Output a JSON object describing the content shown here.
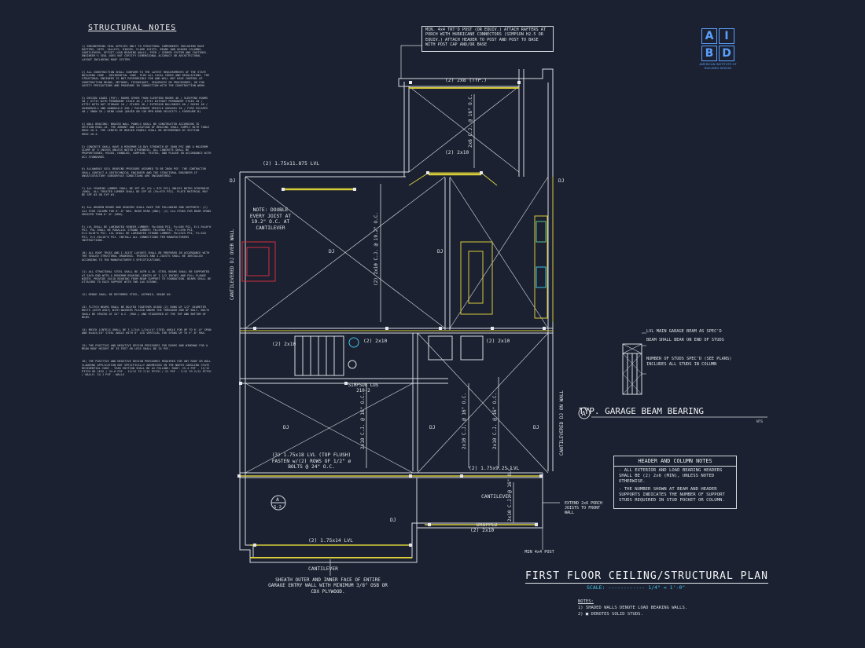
{
  "notes": {
    "title": "STRUCTURAL NOTES",
    "paragraphs": [
      "1) ENGINEERING SEAL APPLIES ONLY TO STRUCTURAL COMPONENTS INCLUDING ROOF RAFTERS, HIPS, VALLEYS, RIDGES, FLOOR JOISTS, BEAMS AND HEADER COLUMNS, CANTILEVERS, OFFSET LOAD BEARING WALLS, PIER / GIRDER SYSTEM AND FOOTINGS. ENGINEER'S SEAL DOES NOT CERTIFY DIMENSIONAL ACCURACY OR ARCHITECTURAL LAYOUT INCLUDING ROOF SYSTEM.",
      "2) ALL CONSTRUCTION SHALL CONFORM TO THE LATEST REQUIREMENTS OF THE STATE BUILDING CODE - RESIDENTIAL CODE, PLUS ALL LOCAL CODES AND REGULATIONS. THE STRUCTURAL ENGINEER IS NOT RESPONSIBLE FOR AND WILL NOT HAVE CONTROL OF CONSTRUCTION MEANS, METHODS, TECHNIQUES, SEQUENCES OR PROCEDURES, OR FOR SAFETY PRECAUTIONS AND PROGRAMS IN CONNECTION WITH THE CONSTRUCTION WORK.",
      "3) DESIGN LOADS (PSF): ROOMS OTHER THAN SLEEPING ROOMS 40 / SLEEPING ROOMS 30 / ATTIC WITH PERMANENT STAIR 40 / ATTIC WITHOUT PERMANENT STAIR 20 / ATTIC WITH OUT STORAGE 10 / STAIRS 40 / EXTERIOR BALCONIES 60 / DECKS 40 / GUARDRAILS AND HANDRAILS 200 / PASSENGER VEHICLE GARAGES 50 / FIRE ESCAPES 40 / SNOW 20 / WIND LOAD (BASED ON 130 MPH WIND VELOCITY + EXPOSURE B)",
      "4) WALL BRACING: BRACED WALL PANELS SHALL BE CONSTRUCTED ACCORDING TO SECTION R602.10. THE AMOUNT AND LOCATION OF BRACING SHALL COMPLY WITH TABLE R602.10.3. THE LENGTH OF BRACED PANELS SHALL BE DETERMINED BY SECTION R602.10.4.",
      "5) CONCRETE SHALL HAVE A MINIMUM 28 DAY STRENGTH OF 3000 PSI AND A MAXIMUM SLUMP OF 5 INCHES UNLESS NOTED OTHERWISE. ALL CONCRETE SHALL BE PROPORTIONED, MIXED, HANDLED, SAMPLED, TESTED, AND PLACED IN ACCORDANCE WITH ACI STANDARDS.",
      "6) ALLOWABLE SOIL BEARING PRESSURE ASSUMED TO BE 2000 PSF. THE CONTRACTOR SHALL CONTACT A GEOTECHNICAL ENGINEER AND THE STRUCTURAL ENGINEER IF UNSATISFACTORY SUBSURFACE CONDITIONS ARE ENCOUNTERED.",
      "7) ALL FRAMING LUMBER SHALL BE SPF #2 (Fb = 875 PSI) UNLESS NOTED OTHERWISE (UNO). ALL TREATED LUMBER SHALL BE SYP #2 (Fb=975 PSI). PLATE MATERIAL MAY BE SPF #3 OR SYP #3.",
      "8) ALL WOODEN BEAMS AND HEADERS SHALL HAVE THE FOLLOWING END SUPPORTS: (1) 2x4 STUD COLUMN FOR 6'-0\" MAX. BEAM SPAN (UNO). (2) 2x4 STUDS FOR BEAM SPANS GREATER THAN 6'-0\" (UNO).",
      "9) LVL SHALL BE LAMINATED VENEER LUMBER: Fb=2600 PSI, Fv=285 PSI, E=1.9x10^6 PSI. PSL SHALL BE PARALLEL STRAND LUMBER: Fb=2900 PSI, Fv=290 PSI, E=2.0x10^6 PSI. LSL SHALL BE LAMINATED STRAND LUMBER: Fb=2325 PSI, Fv=310 PSI, E=1.55x10^6 PSI. INSTALL ALL CONNECTIONS PER MANUFACTURERS INSTRUCTIONS.",
      "10) ALL ROOF TRUSS AND I-JOIST LAYOUTS SHALL BE PREPARED IN ACCORDANCE WITH THE SEALED STRUCTURAL DRAWINGS. TRUSSES AND I-JOISTS SHALL BE INSTALLED ACCORDING TO THE MANUFACTURER'S SPECIFICATIONS.",
      "11) ALL STRUCTURAL STEEL SHALL BE ASTM A-36. STEEL BEAMS SHALL BE SUPPORTED AT EACH END WITH A MINIMUM BEARING LENGTH OF 3 1/2 INCHES AND FULL FLANGE WIDTH. PROVIDE SOLID BEARING FROM BEAM SUPPORT TO FOUNDATION. BEAMS SHALL BE ATTACHED TO EACH SUPPORT WITH TWO LAG SCREWS.",
      "12) REBAR SHALL BE DEFORMED STEEL, ASTM615, GRADE 60.",
      "13) FLITCH BEAMS SHALL BE BOLTED TOGETHER USING (2) ROWS OF 1/2\" DIAMETER BOLTS (ASTM A307) WITH WASHERS PLACED UNDER THE THREADED END OF BOLT. BOLTS SHALL BE SPACED AT 24\" O.C. (MAX.) AND STAGGERED AT THE TOP AND BOTTOM OF BEAM.",
      "14) BRICK LINTELS SHALL BE 3 1/2x3 1/2x1/4\" STEEL ANGLE FOR UP TO 6'-0\" SPAN AND 6x4x5/16\" STEEL ANGLE WITH 6\" LEG VERTICAL FOR SPANS UP TO 9'-0\" MAX.",
      "15) THE POSITIVE AND NEGATIVE DESIGN PRESSURES FOR DOORS AND WINDOWS FOR A MEAN ROOF HEIGHT OF 35 FEET OR LESS SHALL BE 25 PSF.",
      "16) THE POSITIVE AND NEGATIVE DESIGN PRESSURES REQUIRED FOR ANY ROOF OR WALL CLADDING APPLICATION NOT SPECIFICALLY ADDRESSED IN THE NORTH CAROLINA STATE RESIDENTIAL CODE - YEAR EDITION SHALL BE AS FOLLOWS: ROOF: 25.4 PSF - 12/12 PITCH OR LESS / 34.6 PSF - 12/12 TO 7/12 PITCH / 21 PSF - 7/12 TO 2/12 PITCH / WALLS: 24.1 PSF - WALLS"
    ]
  },
  "logo": {
    "letters": [
      "A",
      "I",
      "B",
      "D"
    ],
    "org": "AMERICAN INSTITUTE OF BUILDING DESIGN"
  },
  "plan": {
    "post_note": "MIN. 4x4 TRT'D POST (OR EQUIV.) ATTACH RAFTERS AT PORCH WITH HURRICANE CONNECTORS (SIMPSON H2.5 OR EQUIV.) ATTACH HEADER TO POST AND POST TO BASE WITH POST CAP AND/OR BASE",
    "joist_note": "NOTE: DOUBLE EVERY JOIST AT 19.2\" O.C. AT CANTILEVER",
    "lvl_note": "(3) 1.75x18 LVL (TOP FLUSH) FASTEN w/(2) ROWS OF 1/2\" ø BOLTS @ 24\" O.C.",
    "sheath_note": "SHEATH OUTER AND INNER FACE OF ENTIRE GARAGE ENTRY WALL WITH MINIMUM 3/8\" OSB OR CDX PLYWOOD.",
    "simpson_note": "SIMPSON LUS 210-2",
    "extend_note": "EXTEND 2x6 PORCH JOISTS TO FRONT WALL",
    "post4_note": "MIN 4x4 POST",
    "labels": {
      "lvl_top": "(2) 1.75x11.875 LVL",
      "two_by_8_typ": "(2) 2x8 (TYP.)",
      "two_by_10_top": "(2) 2x10",
      "two_by_10_mid_l": "(2) 2x10",
      "two_by_10_mid_c": "(2) 2x10",
      "two_by_10_mid_r": "(2) 2x10",
      "lvl_right": "(2) 1.75x9.25 LVL",
      "lvl_bottom": "(2) 1.75x14 LVL",
      "two_by_10_dropped": "(2) 2x10",
      "cantilever_r": "CANTILEVER",
      "cantilever_b": "CANTILEVER",
      "dropped": "DROPPED",
      "cant_left": "CANTILEVERED DJ OVER WALL",
      "cant_right": "CANTILEVERED DJ ON WALL",
      "dj": "DJ",
      "joist_2x10_16": "2x10 C.J. @ 16\" O.C.",
      "joist_2x10_192": "(2) 2x10 C.J. @ 19.2\" O.C.",
      "joist_2x6_16": "2x6 C.J. @ 16\" O.C.",
      "section_mark_letter": "A",
      "section_mark_sheet": "S-2"
    }
  },
  "beam_detail": {
    "title": "TYP. GARAGE BEAM BEARING",
    "bubble": "A",
    "nts": "NTS",
    "callout_1": "LVL MAIN GARAGE BEAM AS SPEC'D",
    "callout_2": "BEAM SHALL BEAR ON END OF STUDS",
    "callout_3": "NUMBER OF STUDS SPEC'D (SEE PLANS) INCLUDES ALL STUDS IN COLUMN"
  },
  "header_notes": {
    "title": "HEADER AND COLUMN NOTES",
    "line_1": "- ALL EXTERIOR AND LOAD BEARING HEADERS SHALL BE (2) 2x6 (MIN), UNLESS NOTED OTHERWISE.",
    "line_2": "- THE NUMBER SHOWN AT BEAM AND HEADER SUPPORTS INDICATES THE NUMBER OF SUPPORT STUDS REQUIRED IN STUD POCKET OR COLUMN."
  },
  "title_block": {
    "title": "FIRST FLOOR CEILING/STRUCTURAL PLAN",
    "scale_label": "SCALE:",
    "scale_value": "1/4\" = 1'-0\""
  },
  "footer_notes": {
    "heading": "NOTES:",
    "note_1": "1) SHADED WALLS DENOTE LOAD BEARING WALLS.",
    "note_2": "2) ■ DENOTES SOLID STUDS."
  },
  "colors": {
    "background": "#1b2130",
    "wall_yellow": "#d8cc3a",
    "line_white": "#d9dce3",
    "accent_cyan": "#3ec2e8",
    "logo_blue": "#5aa0ff",
    "fireplace_red": "#d0303c",
    "appliance_green": "#5fc28a"
  }
}
